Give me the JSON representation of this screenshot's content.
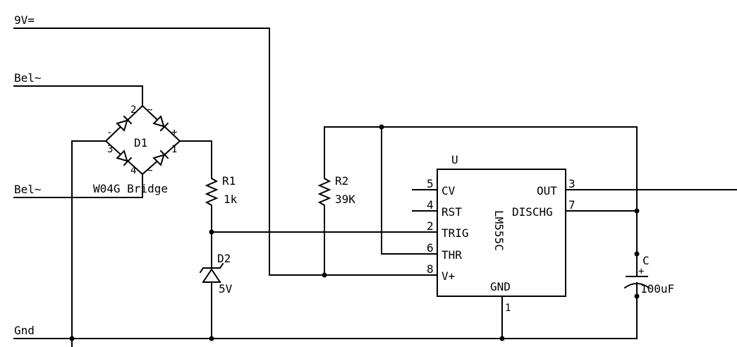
{
  "nets": {
    "vin": "9V=",
    "bel1": "Bel~",
    "bel2": "Bel~",
    "gnd": "Gnd"
  },
  "bridge": {
    "ref": "D1",
    "part": "W04G Bridge",
    "pin2": "2",
    "pin3": "3",
    "pin4": "4",
    "pin1": "1",
    "ac_top": "~",
    "ac_bottom": "~",
    "minus": "-",
    "plus": "+"
  },
  "r1": {
    "ref": "R1",
    "value": "1k"
  },
  "r2": {
    "ref": "R2",
    "value": "39K"
  },
  "d2": {
    "ref": "D2",
    "value": "5V"
  },
  "cap": {
    "ref": "C",
    "value": "100uF",
    "plus": "+"
  },
  "ic": {
    "ref": "U",
    "part": "LM555C",
    "pins": {
      "cv": {
        "num": "5",
        "name": "CV"
      },
      "rst": {
        "num": "4",
        "name": "RST"
      },
      "trig": {
        "num": "2",
        "name": "TRIG"
      },
      "thr": {
        "num": "6",
        "name": "THR"
      },
      "vplus": {
        "num": "8",
        "name": "V+"
      },
      "out": {
        "num": "3",
        "name": "OUT"
      },
      "dischg": {
        "num": "7",
        "name": "DISCHG"
      },
      "gnd": {
        "num": "1",
        "name": "GND"
      }
    }
  }
}
